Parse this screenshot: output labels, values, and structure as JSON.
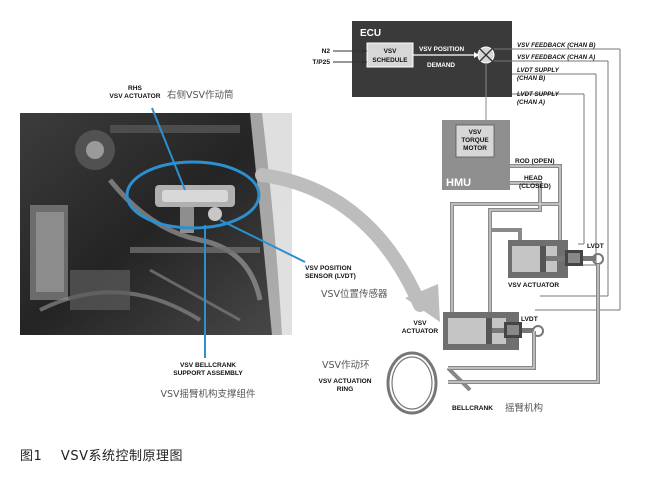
{
  "ecu": {
    "title": "ECU",
    "input_n2": "N2",
    "input_tp25": "T/P25",
    "schedule_box": [
      "VSV",
      "SCHEDULE"
    ],
    "position_label": "VSV POSITION",
    "demand_label": "DEMAND"
  },
  "feedback": {
    "chan_b": "VSV FEEDBACK (CHAN B)",
    "chan_a": "VSV FEEDBACK (CHAN A)",
    "lvdt_b": [
      "LVDT SUPPLY",
      "(CHAN B)"
    ],
    "lvdt_a": [
      "LVDT SUPPLY",
      "(CHAN A)"
    ]
  },
  "hmu": {
    "box": [
      "VSV",
      "TORQUE",
      "MOTOR"
    ],
    "label": "HMU"
  },
  "lines": {
    "rod": "ROD (OPEN)",
    "head": [
      "HEAD",
      "(CLOSED)"
    ]
  },
  "actuators": {
    "upper_lvdt": "LVDT",
    "upper_label": "VSV ACTUATOR",
    "lower_lvdt": "LVDT",
    "lower_label": [
      "VSV",
      "ACTUATOR"
    ]
  },
  "photo_labels": {
    "rhs": [
      "RHS",
      "VSV ACTUATOR"
    ],
    "rhs_cn": "右侧VSV作动筒",
    "sensor": [
      "VSV POSITION",
      "SENSOR (LVDT)"
    ],
    "sensor_cn": "VSV位置传感器",
    "bellcrank_support": [
      "VSV BELLCRANK",
      "SUPPORT ASSEMBLY"
    ],
    "bellcrank_support_cn": "VSV摇臂机构支撑组件"
  },
  "ring": {
    "cn": "VSV作动环",
    "label": [
      "VSV ACTUATION",
      "RING"
    ]
  },
  "bellcrank": {
    "label": "BELLCRANK",
    "cn": "摇臂机构"
  },
  "caption": {
    "fig": "图1",
    "text": "VSV系统控制原理图"
  },
  "colors": {
    "highlight": "#2d8fd0",
    "ecu_bg": "#3a3a3a",
    "hmu_bg": "#8f8f8f"
  }
}
